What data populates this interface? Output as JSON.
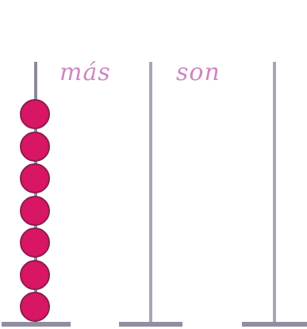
{
  "words": {
    "first": "más",
    "second": "son"
  },
  "abacus": {
    "rods": 3,
    "beads_on_rod_1": 7,
    "beads_on_rod_2": 0,
    "beads_on_rod_3": 0
  },
  "colors": {
    "bead_fill": "#d81663",
    "bead_border": "#8b1d4f",
    "rod_dark": "#8a8a9c",
    "rod_light": "#a7a6b8",
    "base": "#8f8fa0",
    "word_text": "#cf86c4"
  }
}
